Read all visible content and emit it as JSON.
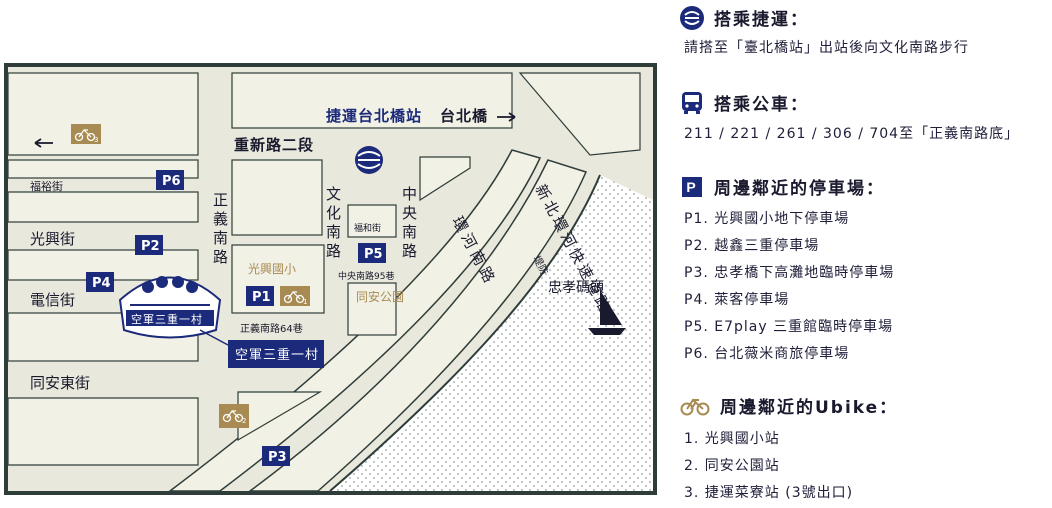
{
  "colors": {
    "navy": "#1b2a7a",
    "gold": "#a88b53",
    "street_bg": "#e9e8dc",
    "block": "#f2f1e6",
    "water": "#2f3d3a",
    "frame": "#2f3d3a"
  },
  "map": {
    "mrt_station": "捷運台北橋站",
    "tai_bei_bridge": "台北橋",
    "chongxin_rd": "重新路二段",
    "zhengyi_s_rd": "正義南路",
    "wenhua_s_rd": "文化南路",
    "zhongyang_s_rd": "中央南路",
    "fuyu_st": "福裕街",
    "guangxing_st": "光興街",
    "dianxin_st": "電信街",
    "tongan_e_st": "同安東街",
    "guangxing_school": "光興國小",
    "tongan_park": "同安公園",
    "fuhe_st": "福和街",
    "zhongyang_95": "中央南路95巷",
    "zhengyi_64": "正義南路64巷",
    "destination": "空軍三重一村",
    "logo_text": "空軍三重一村",
    "huanhe_s_rd": "環河南路",
    "xinbei_expressway": "新北環河快速道路",
    "dike": "堤防",
    "zhongxiao_pier": "忠孝碼頭",
    "p_labels": [
      "P6",
      "P2",
      "P4",
      "P1",
      "P5",
      "P3"
    ],
    "ubike_labels": [
      "3",
      "1",
      "2"
    ]
  },
  "info": {
    "mrt": {
      "icon": "mrt-icon",
      "title": "搭乘捷運：",
      "text": "請搭至「臺北橋站」出站後向文化南路步行"
    },
    "bus": {
      "icon": "bus-icon",
      "title": "搭乘公車：",
      "text": "211 / 221 / 261 / 306 / 704至「正義南路底」"
    },
    "parking": {
      "icon": "parking-icon",
      "title": "周邊鄰近的停車場：",
      "items": [
        "P1. 光興國小地下停車場",
        "P2. 越鑫三重停車場",
        "P3. 忠孝橋下高灘地臨時停車場",
        "P4. 萊客停車場",
        "P5. E7play 三重館臨時停車場",
        "P6. 台北薇米商旅停車場"
      ]
    },
    "ubike": {
      "icon": "bicycle-icon",
      "title": "周邊鄰近的Ubike：",
      "items": [
        "1.  光興國小站",
        "2.  同安公園站",
        "3.  捷運菜寮站 (3號出口)"
      ]
    }
  }
}
